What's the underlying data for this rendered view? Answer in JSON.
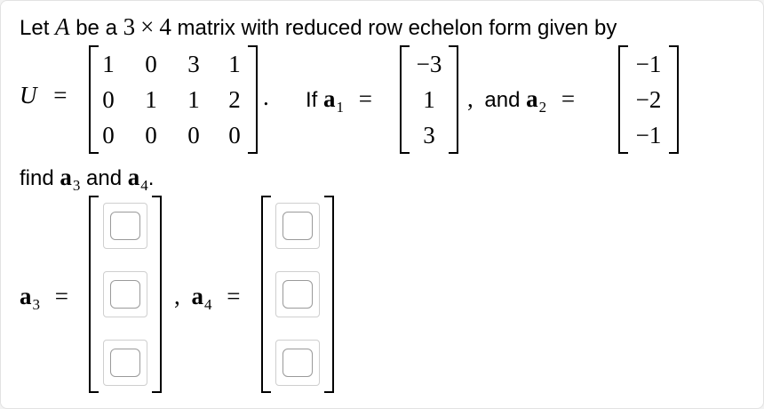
{
  "problem": {
    "intro_pre": "Let ",
    "matrix_symbol": "A",
    "intro_mid": " be a ",
    "dim_rows": "3",
    "times": "×",
    "dim_cols": "4",
    "intro_post": " matrix with reduced row echelon form given by",
    "U_symbol": "U",
    "equals": "=",
    "U": [
      [
        "1",
        "0",
        "3",
        "1"
      ],
      [
        "0",
        "1",
        "1",
        "2"
      ],
      [
        "0",
        "0",
        "0",
        "0"
      ]
    ],
    "period": ".",
    "if_label": "If ",
    "a1_label": "a",
    "a1_sub": "1",
    "a1": [
      "−3",
      "1",
      "3"
    ],
    "comma": ",",
    "and_label": "and ",
    "a2_label": "a",
    "a2_sub": "2",
    "a2": [
      "−1",
      "−2",
      "−1"
    ],
    "find_pre": "find ",
    "a3_inline": "a",
    "a3_inline_sub": "3",
    "find_and": " and ",
    "a4_inline": "a",
    "a4_inline_sub": "4",
    "find_post": "."
  },
  "answer": {
    "a3_label": "a",
    "a3_sub": "3",
    "a4_label": "a",
    "a4_sub": "4",
    "a3_values": [
      "",
      "",
      ""
    ],
    "a4_values": [
      "",
      "",
      ""
    ]
  }
}
